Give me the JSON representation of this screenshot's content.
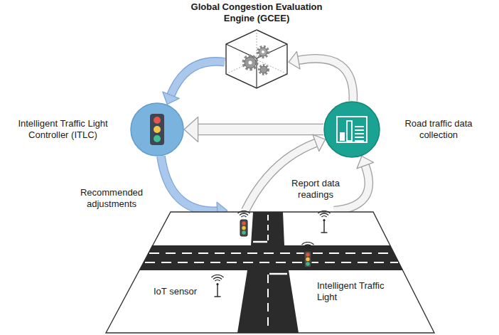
{
  "diagram": {
    "nodes": [
      {
        "text": [
          "Global Congestion Evaluation Engine (GCEE)"
        ]
      },
      {
        "text": [
          "Intelligent Traffic Light Controller (ITLC)"
        ]
      },
      {
        "text": [
          "Road traffic data collection"
        ]
      },
      {
        "text": [
          "IoT sensor",
          "Intelligent Traffic Light"
        ]
      }
    ],
    "edges": [
      {
        "from": 0,
        "to": 1,
        "arrow": "to"
      },
      {
        "from": 2,
        "to": 0,
        "arrow": "to"
      },
      {
        "from": 2,
        "to": 1,
        "arrow": "to"
      },
      {
        "from": 1,
        "to": 3,
        "arrow": "to",
        "label": "Recommended adjustments"
      },
      {
        "from": 3,
        "to": 2,
        "arrow": "to",
        "label": "Report data readings"
      },
      {
        "from": 3,
        "to": 2,
        "arrow": "to"
      }
    ]
  }
}
